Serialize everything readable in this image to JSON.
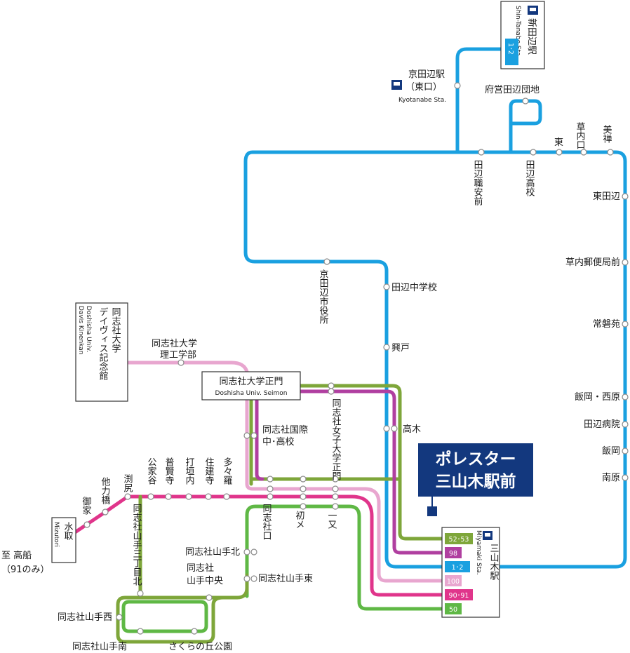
{
  "colors": {
    "blue": "#1aa0e0",
    "green": "#5fb845",
    "olive": "#7ea63a",
    "magenta": "#e0358b",
    "purple": "#b03fa0",
    "pink": "#e8a6cf",
    "navy": "#13387e"
  },
  "promo": {
    "line1": "ポレスター",
    "line2": "三山木駅前"
  },
  "boxes": {
    "shintanabe": {
      "name": "新田辺駅",
      "en": "Shin-Tanabe Sta.",
      "badge": "1･2"
    },
    "miyamaki": {
      "name": "三山木駅",
      "en": "Miyamaki Sta.",
      "badges": [
        "52･53",
        "98",
        "1･2",
        "100",
        "90･91",
        "50"
      ]
    },
    "davis": {
      "name1": "同志社大学",
      "name2": "デイヴィス記念館",
      "en1": "Doshisha Univ.",
      "en2": "Davis Kinenkan"
    },
    "seimon": {
      "name": "同志社大学正門",
      "en": "Doshisha Univ. Seimon"
    },
    "mizutori": {
      "name": "水取",
      "en": "Mizutori"
    }
  },
  "stops": {
    "kyotanabe_name": "京田辺駅",
    "kyotanabe_sub": "（東口）",
    "kyotanabe_en": "Kyotanabe Sta.",
    "futanabedanchi": "府営田辺団地",
    "higashi": "東",
    "kusauchiguchi": "草内口",
    "mizen": "美禅",
    "tanabeshokuan": "田辺職安前",
    "tanabekoko": "田辺高校",
    "higashitanabe": "東田辺",
    "kusauchiyubin": "草内郵便局前",
    "jobanen": "常磐苑",
    "iioka_nishihara": "飯岡・西原",
    "tanabebyoin": "田辺病院",
    "iioka": "飯岡",
    "minamihara": "南原",
    "shiyakusho": "京田辺市役所",
    "tanabechugaku": "田辺中学校",
    "okido": "興戸",
    "takagi": "高木",
    "rikogaku_1": "同志社大学",
    "rikogaku_2": "理工学部",
    "kokusai_1": "同志社国際",
    "kokusai_2": "中･高校",
    "joshi_seimon": "同志社女子大学正門",
    "kogeya": "公家谷",
    "fugenji": "普賢寺",
    "uchigaki": "打垣内",
    "sumiyoshi": "住建寺",
    "tatara": "多々羅",
    "fuchigiri": "渕尻",
    "tachikarabashi": "他力橋",
    "mike": "御家",
    "takafune_1": "至 高船",
    "takafune_2": "（91のみ）",
    "yamate_sanchome": "同志社山手三丁目北",
    "shishaguchi": "同志社口",
    "hatsume": "初メ",
    "ichimata": "一又",
    "yamate_kita": "同志社山手北",
    "yamate_chuo_1": "同志社",
    "yamate_chuo_2": "山手中央",
    "yamate_higashi": "同志社山手東",
    "yamate_nishi": "同志社山手西",
    "yamate_minami": "同志社山手南",
    "sakuranooka": "さくらの丘公園"
  }
}
